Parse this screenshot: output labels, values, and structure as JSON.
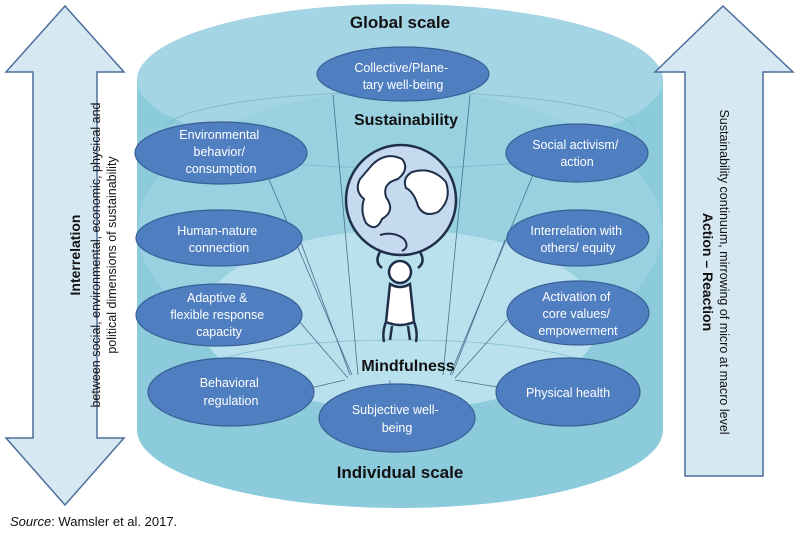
{
  "scales": {
    "top": "Global scale",
    "bottom": "Individual scale"
  },
  "levels": {
    "upper": "Sustainability",
    "lower": "Mindfulness"
  },
  "left_arrow": {
    "title": "Interrelation",
    "lines": [
      "between social, environmental, economic, physical and",
      "political dimensions of sustainability"
    ]
  },
  "right_arrow": {
    "title": "Action – Reaction",
    "lines": [
      "Sustainability continuum, mirrowing of micro at macro level"
    ]
  },
  "nodes": [
    {
      "id": "collective",
      "lines": [
        "Collective/Plane-",
        "tary  well-being"
      ]
    },
    {
      "id": "environmental",
      "lines": [
        "Environmental",
        "behavior/",
        "consumption"
      ]
    },
    {
      "id": "social-activism",
      "lines": [
        "Social activism/",
        "action"
      ]
    },
    {
      "id": "human-nature",
      "lines": [
        "Human-nature",
        "connection"
      ]
    },
    {
      "id": "interrelation",
      "lines": [
        "Interrelation with",
        "others/ equity"
      ]
    },
    {
      "id": "adaptive",
      "lines": [
        "Adaptive &",
        "flexible response",
        "capacity"
      ]
    },
    {
      "id": "activation",
      "lines": [
        "Activation of",
        "core values/",
        "empowerment"
      ]
    },
    {
      "id": "behavioral",
      "lines": [
        "Behavioral",
        "regulation"
      ]
    },
    {
      "id": "physical",
      "lines": [
        "Physical health"
      ]
    },
    {
      "id": "subjective",
      "lines": [
        "Subjective well-",
        "being"
      ]
    }
  ],
  "source": {
    "label": "Source",
    "text": ": Wamsler et al. 2017."
  },
  "colors": {
    "cylinder_outer": "#8ccbdb",
    "cylinder_top": "#a9d8e6",
    "cylinder_inner": "#bde3ee",
    "node_fill": "#4f7fc0",
    "node_stroke": "#3a5f95",
    "arrow_fill": "#d6e8f2",
    "arrow_stroke": "#4b6f9a"
  }
}
